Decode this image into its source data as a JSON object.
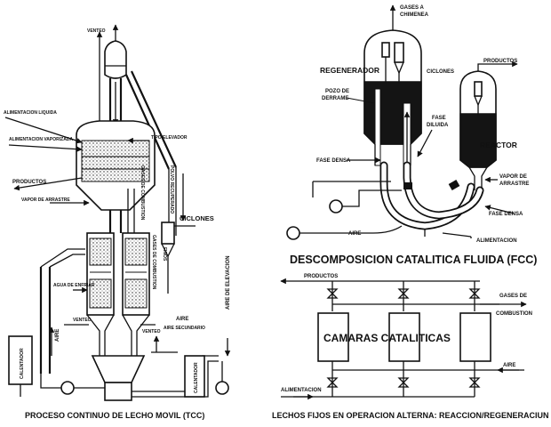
{
  "tcc": {
    "caption": "PROCESO CONTINUO DE LECHO MOVIL (TCC)",
    "labels": {
      "venteo_top": "VENTEO",
      "alimentacion_liquida": "ALIMENTACION LIQUIDA",
      "alimentacion_vaporizada": "ALIMENTACION VAPORIZADA",
      "tipo_elevador": "TIPO ELEVADOR",
      "productos": "PRODUCTOS",
      "vapor_arrastre": "VAPOR DE ARRASTRE",
      "gases_combustion": "GASES DE COMBUSTION",
      "polvo_recuperado": "POLVO RECUPERADO",
      "ciclones": "CICLONES",
      "finos": "FINOS",
      "gases_combustion_2": "GASES DE COMBUSTION",
      "agua_enfriar": "AGUA DE ENFRIAR",
      "venteo_left": "VENTEO",
      "venteo_right": "VENTEO",
      "aire_secundario": "AIRE SECUNDARIO",
      "aire_elevacion": "AIRE DE ELEVACION",
      "aire_left": "AIRE",
      "calentador_left": "CALENTADOR",
      "calentador_right": "CALENTADOR"
    }
  },
  "fcc": {
    "title": "DESCOMPOSICION CATALITICA FLUIDA (FCC)",
    "labels": {
      "gases_chimenea_1": "GASES A",
      "gases_chimenea_2": "CHIMENEA",
      "regenerador": "REGENERADOR",
      "ciclones": "CICLONES",
      "productos": "PRODUCTOS",
      "pozo_1": "POZO DE",
      "pozo_2": "DERRAME",
      "fase_diluida_1": "FASE",
      "fase_diluida_2": "DILUIDA",
      "reactor": "REACTOR",
      "fase_densa_left": "FASE DENSA",
      "vapor_1": "VAPOR DE",
      "vapor_2": "ARRASTRE",
      "fase_densa_right": "FASE DENSA",
      "aire": "AIRE",
      "alimentacion": "ALIMENTACION"
    }
  },
  "fixed": {
    "caption": "LECHOS FIJOS EN OPERACION ALTERNA: REACCION/REGENERACIUN",
    "labels": {
      "productos": "PRODUCTOS",
      "camaras": "CAMARAS CATALITICAS",
      "gases_1": "GASES DE",
      "gases_2": "COMBUSTION",
      "aire": "AIRE",
      "alimentacion": "ALIMENTACION"
    }
  }
}
